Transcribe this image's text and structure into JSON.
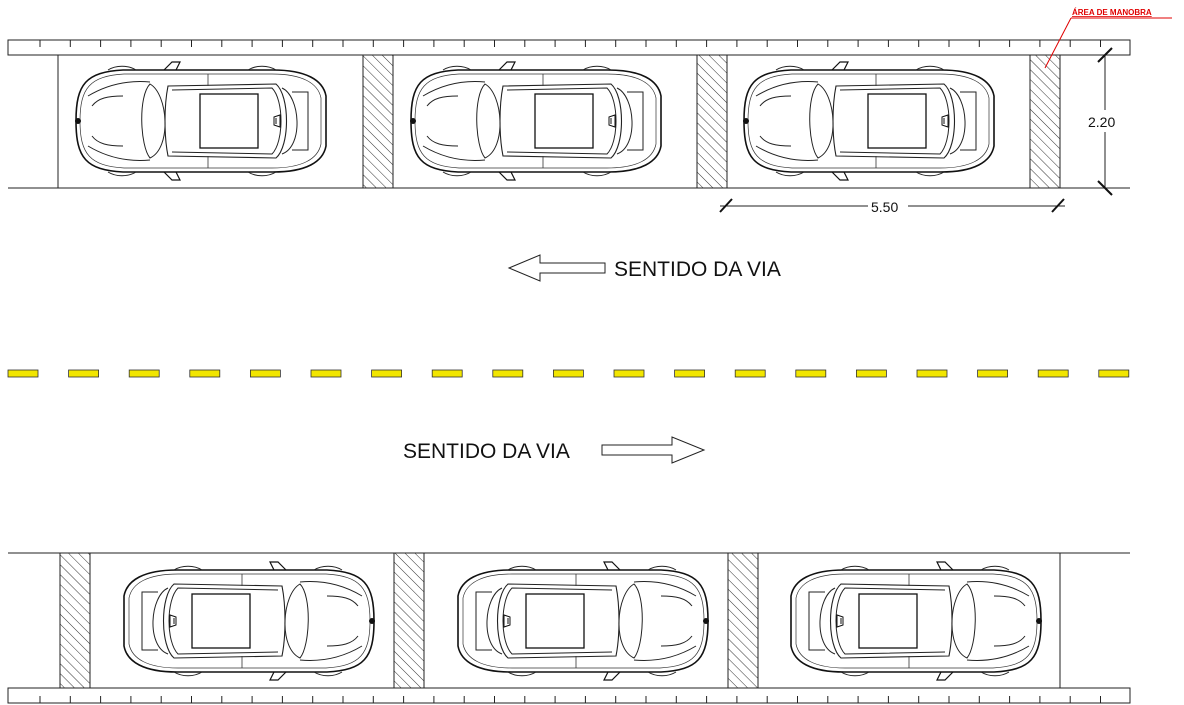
{
  "annotations": {
    "maneuver_area_label": "ÁREA DE MANOBRA",
    "width_dimension": "2.20",
    "length_dimension": "5.50"
  },
  "directions": {
    "top_lane_label": "SENTIDO DA VIA",
    "bottom_lane_label": "SENTIDO DA VIA"
  },
  "colors": {
    "lane_divider": "#f2e600",
    "annotation": "#e00000",
    "line": "#222222"
  },
  "parking": {
    "top_row_cars": 3,
    "bottom_row_cars": 3,
    "top_row_car_facing": "left",
    "bottom_row_car_facing": "right"
  }
}
